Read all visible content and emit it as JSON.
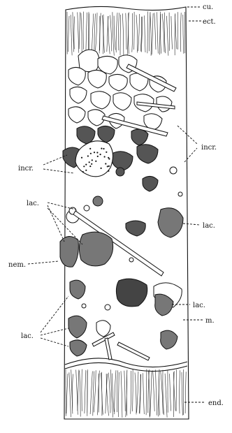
{
  "figure": {
    "labels": {
      "cu": "cu.",
      "ect": "ect.",
      "incr_right": "incr.",
      "incr_left": "incr.",
      "lac_left_upper": "lac.",
      "lac_right_upper": "lac.",
      "nem": "nem.",
      "lac_right_lower": "lac.",
      "m": "m.",
      "lac_left_lower": "lac.",
      "end": "end."
    }
  }
}
